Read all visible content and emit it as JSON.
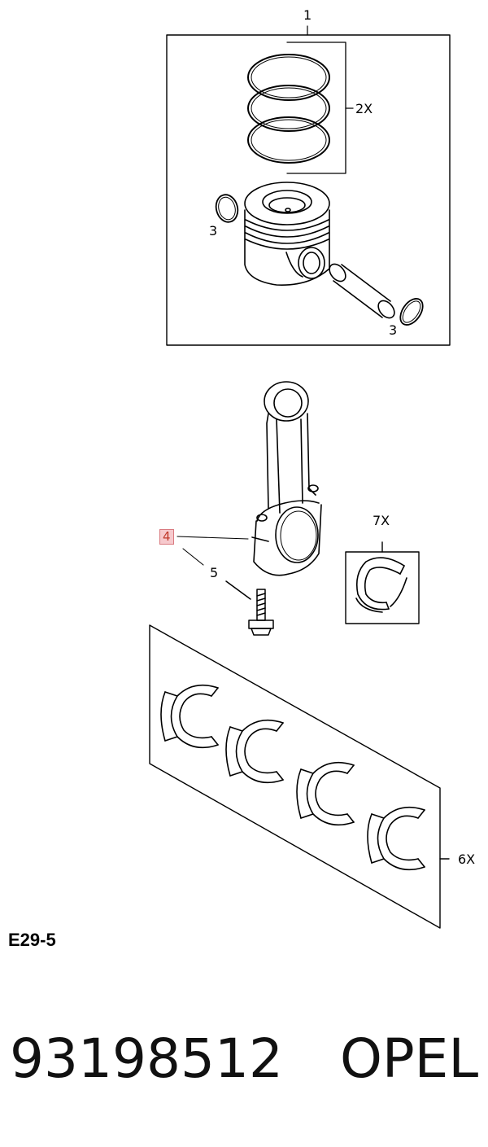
{
  "callouts": {
    "kit": "1",
    "rings": "2X",
    "snap_ring_left": "3",
    "snap_ring_right": "3",
    "connecting_rod": "4",
    "bolt": "5",
    "main_bearings": "6X",
    "rod_bearing": "7X"
  },
  "diagram_code": "E29-5",
  "footer": {
    "part_number": "93198512",
    "brand": "OPEL"
  },
  "colors": {
    "line": "#000000",
    "highlight_fill": "#f6c9cd",
    "highlight_text": "#c0392b"
  }
}
